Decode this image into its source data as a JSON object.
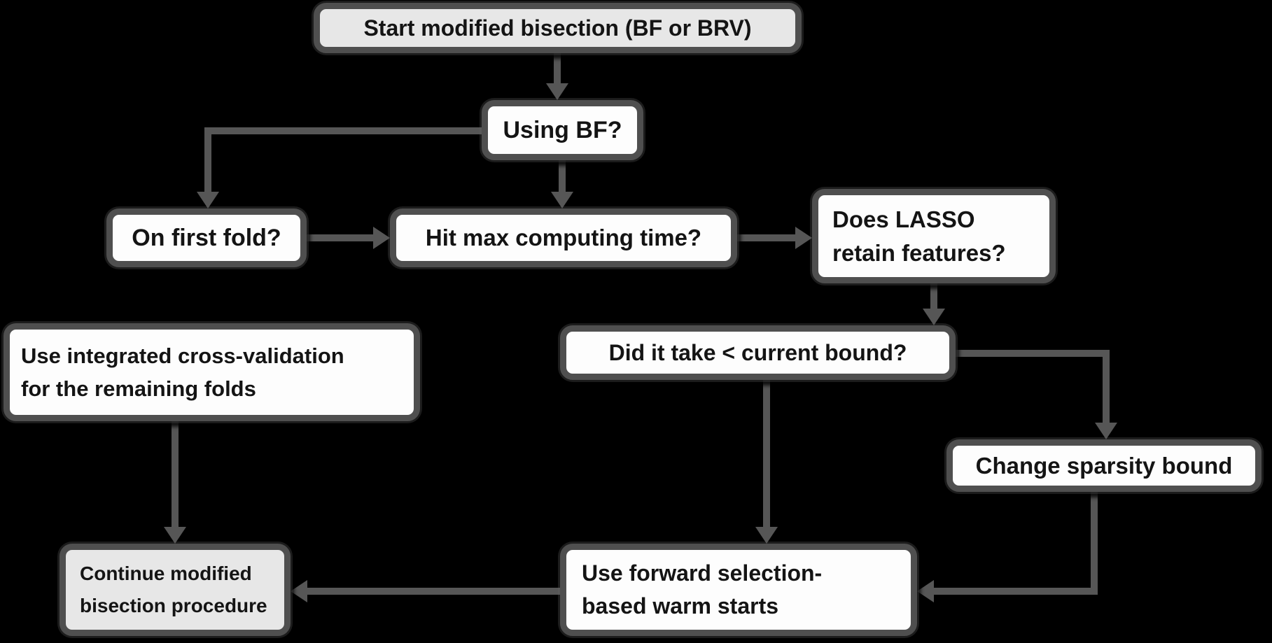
{
  "diagram_type": "flowchart",
  "colors": {
    "background": "#000000",
    "box_border": "#4f4f4f",
    "connector": "#565656",
    "box_fill": "#fdfdfd",
    "box_fill_alt": "#e7e7e7",
    "text": "#141414"
  },
  "nodes": {
    "start": {
      "label": "Start modified bisection (BF or BRV)"
    },
    "using_bf": {
      "label": "Using BF?"
    },
    "on_first_fold": {
      "label": "On first fold?"
    },
    "hit_max": {
      "label": "Hit max computing time?"
    },
    "does_lasso": {
      "label": "Does LASSO\nretain features?"
    },
    "use_icv": {
      "label": "Use integrated cross-validation\nfor the remaining folds"
    },
    "did_it_take": {
      "label": "Did it take < current bound?"
    },
    "change_sparsity": {
      "label": "Change sparsity bound"
    },
    "continue_bisection": {
      "label": "Continue modified\nbisection procedure"
    },
    "use_forward": {
      "label": "Use forward selection-\nbased warm starts"
    }
  },
  "edges": [
    {
      "from": "start",
      "to": "using_bf"
    },
    {
      "from": "using_bf",
      "to": "on_first_fold"
    },
    {
      "from": "using_bf",
      "to": "hit_max"
    },
    {
      "from": "on_first_fold",
      "to": "hit_max"
    },
    {
      "from": "on_first_fold",
      "to": "use_icv"
    },
    {
      "from": "hit_max",
      "to": "does_lasso"
    },
    {
      "from": "does_lasso",
      "to": "did_it_take"
    },
    {
      "from": "did_it_take",
      "to": "use_forward"
    },
    {
      "from": "did_it_take",
      "to": "change_sparsity"
    },
    {
      "from": "change_sparsity",
      "to": "use_forward"
    },
    {
      "from": "use_forward",
      "to": "continue_bisection"
    },
    {
      "from": "use_icv",
      "to": "continue_bisection"
    }
  ]
}
